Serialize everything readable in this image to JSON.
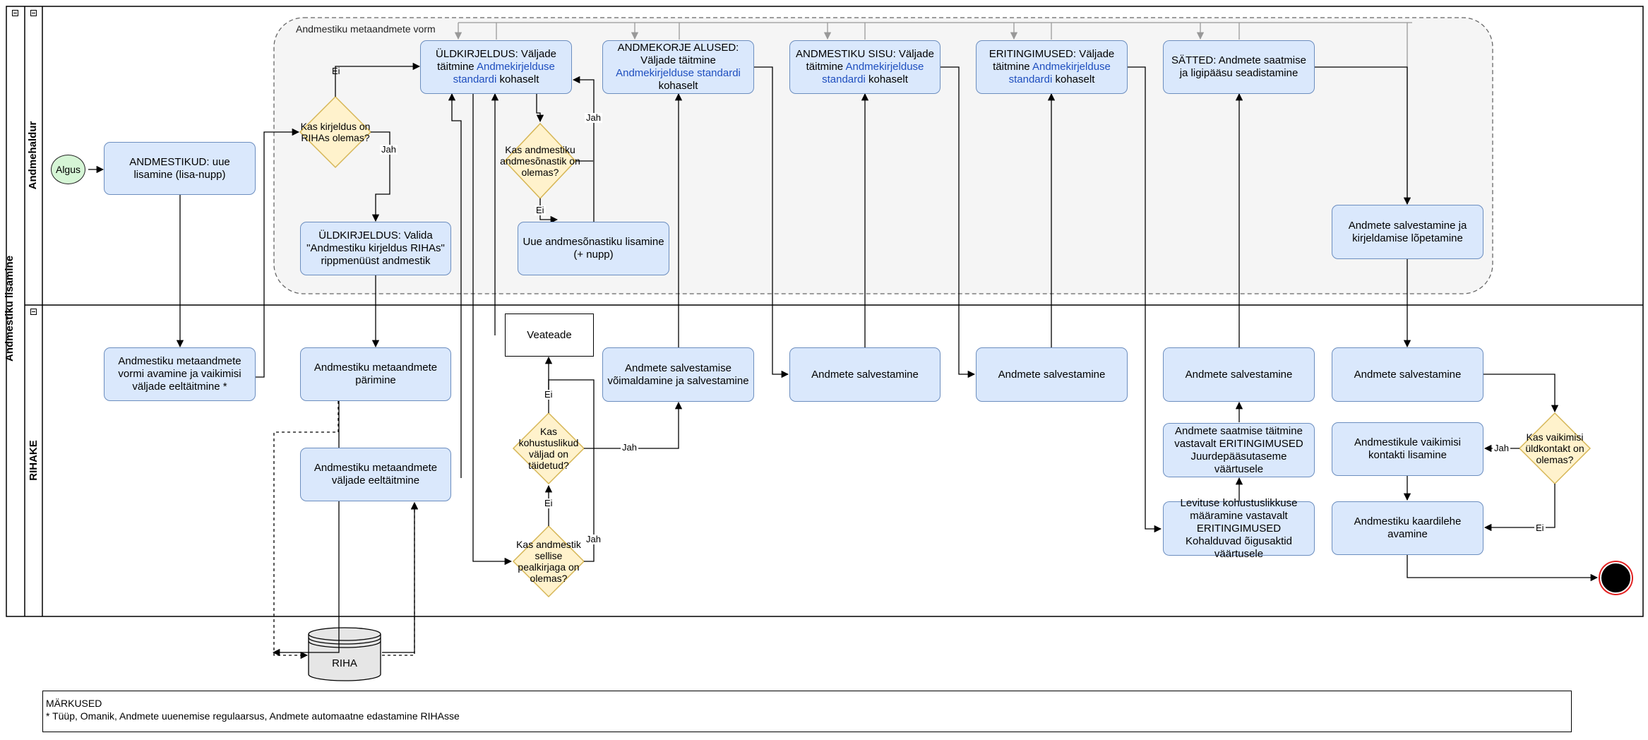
{
  "pool": {
    "title": "Andmestiku lisamine"
  },
  "lanes": {
    "top": "Andmehaldur",
    "bottom": "RIHAKE"
  },
  "group": {
    "title": "Andmestiku metaandmete vorm"
  },
  "start": {
    "label": "Algus"
  },
  "nodes": {
    "add_dataset": "ANDMESTIKUD: uue lisamine (lisa-nupp)",
    "general_b1": "ÜLDKIRJELDUS: Väljade täitmine ",
    "general_b2": "Andmekirjelduse standardi",
    "general_b3": " kohaselt",
    "general_select": "ÜLDKIRJELDUS: Valida \"Andmestiku kirjeldus RIHAs\" rippmenüüst andmestik",
    "add_vocab": "Uue andmesõnastiku lisamine (+ nupp)",
    "collection_b1": "ANDMEKORJE ALUSED: Väljade täitmine ",
    "collection_b2": "Andmekirjelduse standardi",
    "collection_b3": " kohaselt",
    "content_b1": "ANDMESTIKU SISU: Väljade täitmine ",
    "content_b2": "Andmekirjelduse standardi",
    "content_b3": " kohaselt",
    "special_b1": "ERITINGIMUSED: Väljade täitmine ",
    "special_b2": "Andmekirjelduse standardi",
    "special_b3": " kohaselt",
    "settings": "SÄTTED: Andmete saatmise ja ligipääsu seadistamine",
    "save_finish": "Andmete salvestamine ja kirjeldamise lõpetamine",
    "open_form": "Andmestiku metaandmete vormi avamine ja vaikimisi väljade eeltäitmine *",
    "query_meta": "Andmestiku metaandmete pärimine",
    "prefill_meta": "Andmestiku metaandmete väljade eeltäitmine",
    "error": "Veateade",
    "enable_save": "Andmete salvestamise võimaldamine ja salvestamine",
    "save_1": "Andmete salvestamine",
    "save_2": "Andmete salvestamine",
    "save_3": "Andmete salvestamine",
    "save_4": "Andmete salvestamine",
    "send_fill": "Andmete saatmise täitmine vastavalt ERITINGIMUSED Juurdepääsutaseme väärtusele",
    "distribution": "Levituse kohustuslikkuse määramine vastavalt ERITINGIMUSED Kohalduvad õigusaktid väärtusele",
    "add_contact": "Andmestikule vaikimisi kontakti lisamine",
    "open_card": "Andmestiku kaardilehe avamine"
  },
  "decisions": {
    "in_riha": "Kas kirjeldus on RIHAs olemas?",
    "vocab_exists": "Kas andmestiku andmesõnastik on olemas?",
    "required_filled": "Kas kohustuslikud väljad on täidetud?",
    "title_exists": "Kas andmestik sellise pealkirjaga on olemas?",
    "default_contact": "Kas vaikimisi üldkontakt on olemas?"
  },
  "edge_labels": {
    "yes": "Jah",
    "no": "Ei"
  },
  "datastore": {
    "label": "RIHA"
  },
  "notes": {
    "title": "MÄRKUSED",
    "text": "* Tüüp, Omanik, Andmete uuenemise regulaarsus, Andmete automaatne edastamine RIHAsse"
  },
  "colors": {
    "task_fill": "#dae8fc",
    "task_stroke": "#6c8ebf",
    "decision_fill": "#fff2cc",
    "decision_stroke": "#d6b656",
    "group_fill": "#f5f5f5",
    "link": "#1f4fbf",
    "end_ring": "#e22222"
  }
}
